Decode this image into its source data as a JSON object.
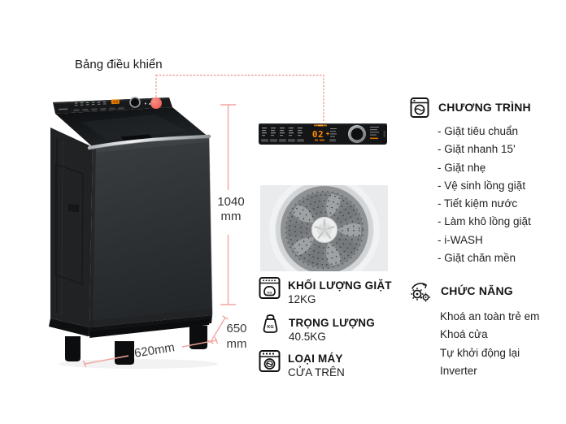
{
  "annotation": {
    "panel_label": "Bảng điều khiển"
  },
  "dimensions": {
    "height_value": "1040",
    "height_unit": "mm",
    "width_label": "620mm",
    "depth_value": "650",
    "depth_unit": "mm"
  },
  "control_panel": {
    "display_value": "02"
  },
  "icon_labels": {
    "kg": "KG"
  },
  "specs": [
    {
      "icon": "load-capacity-icon",
      "label": "KHỐI LƯỢNG GIẶT",
      "value": "12KG"
    },
    {
      "icon": "weight-icon",
      "label": "TRỌNG LƯỢNG",
      "value": "40.5KG"
    },
    {
      "icon": "machine-type-icon",
      "label": "LOẠI MÁY",
      "value": "CỬA TRÊN"
    }
  ],
  "programs": {
    "title": "CHƯƠNG TRÌNH",
    "items": [
      "- Giặt tiêu chuẩn",
      "- Giặt nhanh 15'",
      "- Giặt nhẹ",
      "- Vệ sinh lồng giặt",
      "- Tiết kiệm nước",
      "- Làm khô lồng giặt",
      "- i-WASH",
      "- Giặt chăn mền"
    ]
  },
  "functions": {
    "title": "CHỨC NĂNG",
    "items": [
      "Khoá an toàn trẻ em",
      "Khoá cửa",
      "Tự khởi động lại",
      "Inverter"
    ]
  },
  "colors": {
    "accent_line": "#f2a5a0",
    "callout_dotted": "#ef8c84",
    "callout_dot": "#f0564a",
    "display_orange": "#ff8c00",
    "machine_body": "#2b2e30"
  }
}
